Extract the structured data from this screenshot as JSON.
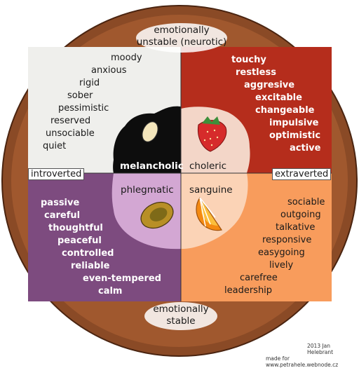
{
  "title_top": {
    "line1": "emotionally",
    "line2": "unstable (neurotic)"
  },
  "title_bottom": {
    "line1": "emotionally",
    "line2": "stable"
  },
  "axis": {
    "left": "introverted",
    "right": "extraverted"
  },
  "temperaments": {
    "melancholic": "melancholic",
    "choleric": "choleric",
    "phlegmatic": "phlegmatic",
    "sanguine": "sanguine"
  },
  "traits": {
    "melancholic": [
      "moody",
      "anxious",
      "rigid",
      "sober",
      "pessimistic",
      "reserved",
      "unsociable",
      "quiet"
    ],
    "choleric": [
      "touchy",
      "restless",
      "aggresive",
      "excitable",
      "changeable",
      "impulsive",
      "optimistic",
      "active"
    ],
    "phlegmatic": [
      "passive",
      "careful",
      "thoughtful",
      "peaceful",
      "controlled",
      "reliable",
      "even-tempered",
      "calm"
    ],
    "sanguine": [
      "sociable",
      "outgoing",
      "talkative",
      "responsive",
      "easygoing",
      "lively",
      "carefree",
      "leadership"
    ]
  },
  "credit": {
    "line1": "2013 Jan Helebrant",
    "line2": "made for www.petrahele.webnode.cz"
  },
  "colors": {
    "rim": "#8a4a26",
    "melancholic": "#efefec",
    "choleric": "#b52d1c",
    "phlegmatic": "#7d4b7f",
    "sanguine": "#f89c5c"
  }
}
